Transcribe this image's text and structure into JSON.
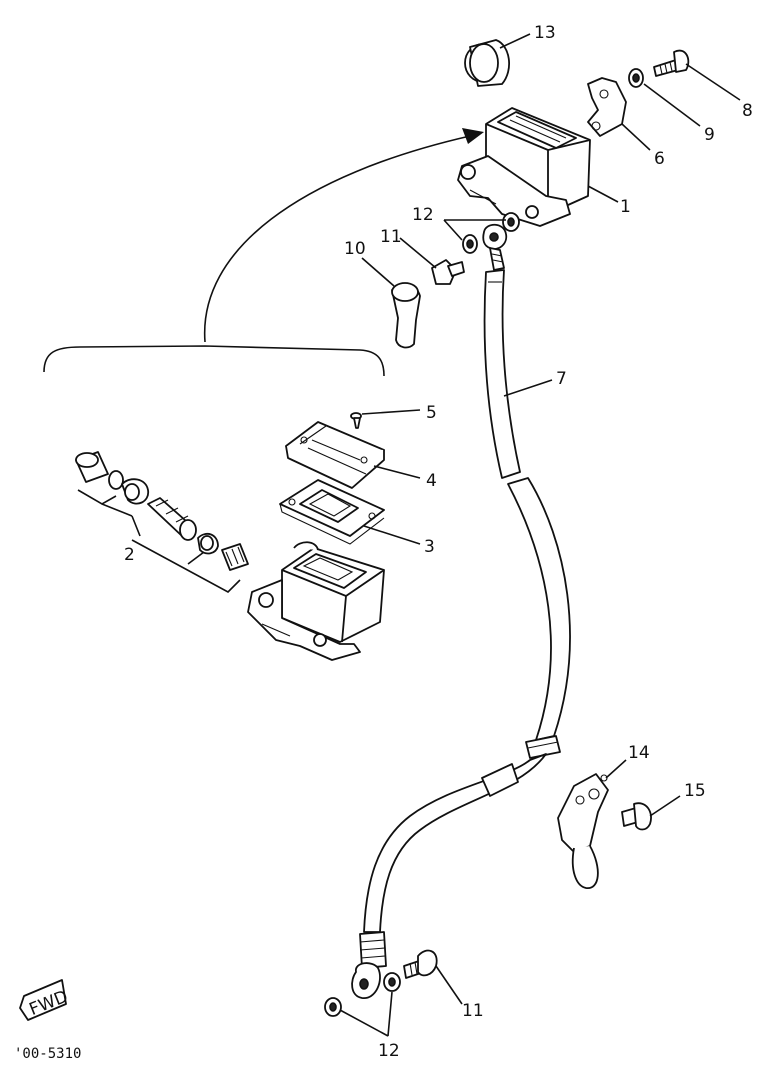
{
  "parts": {
    "p1": "1",
    "p2": "2",
    "p3": "3",
    "p4": "4",
    "p5": "5",
    "p6": "6",
    "p7": "7",
    "p8": "8",
    "p9": "9",
    "p10": "10",
    "p11a": "11",
    "p11b": "11",
    "p12a": "12",
    "p12b": "12",
    "p13": "13",
    "p14": "14",
    "p15": "15"
  },
  "fwd_label": "FWD",
  "diagram_code": "'00-5310"
}
